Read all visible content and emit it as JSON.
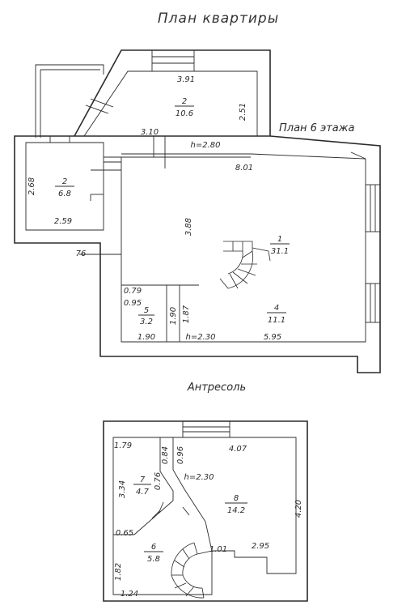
{
  "title": "План квартиры",
  "floor_label": "План 6 этажа",
  "mezzanine_label": "Антресоль",
  "floor6": {
    "rooms": [
      {
        "num": "2",
        "area": "10.6"
      },
      {
        "num": "2",
        "area": "6.8"
      },
      {
        "num": "1",
        "area": "31.1"
      },
      {
        "num": "4",
        "area": "11.1"
      },
      {
        "num": "5",
        "area": "3.2"
      }
    ],
    "dims": [
      "3.91",
      "2.51",
      "3.10",
      "h=2.80",
      "8.01",
      "2.68",
      "2.59",
      "3.88",
      "76",
      "0.79",
      "0.95",
      "1.90",
      "1.87",
      "1.90",
      "h=2.30",
      "5.95"
    ]
  },
  "mezzanine": {
    "rooms": [
      {
        "num": "7",
        "area": "4.7"
      },
      {
        "num": "8",
        "area": "14.2"
      },
      {
        "num": "6",
        "area": "5.8"
      }
    ],
    "dims": [
      "1.79",
      "0.84",
      "0.96",
      "4.07",
      "h=2.30",
      "0.76",
      "3.34",
      "4.20",
      "0.65",
      "1.01",
      "2.95",
      "1.82",
      "1.24"
    ]
  }
}
